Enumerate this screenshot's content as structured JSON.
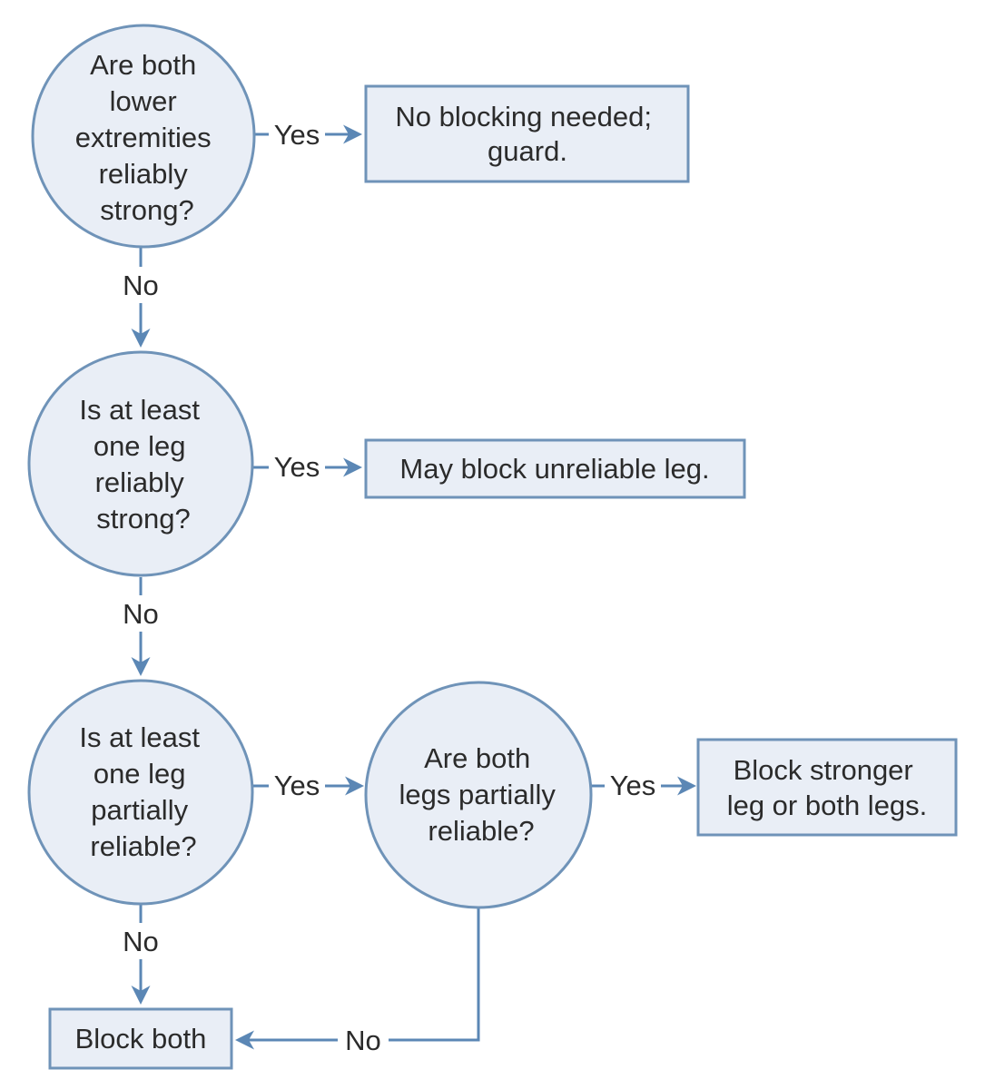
{
  "nodes": [
    {
      "id": "q1",
      "shape": "circle",
      "lines": [
        "Are both",
        "lower",
        "extremities",
        "reliably",
        "strong?"
      ]
    },
    {
      "id": "r1",
      "shape": "rect",
      "lines": [
        "No blocking needed;",
        "guard."
      ]
    },
    {
      "id": "q2",
      "shape": "circle",
      "lines": [
        "Is at least",
        "one leg",
        "reliably",
        "strong?"
      ]
    },
    {
      "id": "r2",
      "shape": "rect",
      "lines": [
        "May block unreliable leg."
      ]
    },
    {
      "id": "q3",
      "shape": "circle",
      "lines": [
        "Is at least",
        "one leg",
        "partially",
        "reliable?"
      ]
    },
    {
      "id": "q4",
      "shape": "circle",
      "lines": [
        "Are both",
        "legs partially",
        "reliable?"
      ]
    },
    {
      "id": "r3",
      "shape": "rect",
      "lines": [
        "Block stronger",
        "leg or both legs."
      ]
    },
    {
      "id": "r4",
      "shape": "rect",
      "lines": [
        "Block both"
      ]
    }
  ],
  "edges": [
    {
      "id": "q1-r1",
      "from": "q1",
      "to": "r1",
      "label": "Yes"
    },
    {
      "id": "q1-q2",
      "from": "q1",
      "to": "q2",
      "label": "No"
    },
    {
      "id": "q2-r2",
      "from": "q2",
      "to": "r2",
      "label": "Yes"
    },
    {
      "id": "q2-q3",
      "from": "q2",
      "to": "q3",
      "label": "No"
    },
    {
      "id": "q3-q4",
      "from": "q3",
      "to": "q4",
      "label": "Yes"
    },
    {
      "id": "q3-r4",
      "from": "q3",
      "to": "r4",
      "label": "No"
    },
    {
      "id": "q4-r3",
      "from": "q4",
      "to": "r3",
      "label": "Yes"
    },
    {
      "id": "q4-r4",
      "from": "q4",
      "to": "r4",
      "label": "No"
    }
  ],
  "colors": {
    "node_fill": "#e9eef6",
    "node_stroke": "#6f93b8",
    "connector": "#5b87b5",
    "text": "#2b2b2b"
  }
}
